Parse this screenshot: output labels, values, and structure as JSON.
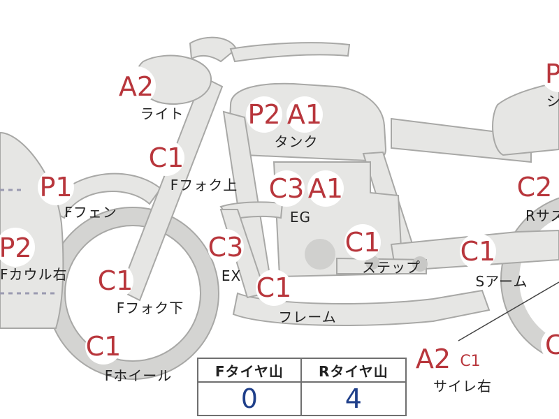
{
  "colors": {
    "body_fill": "#e6e6e4",
    "body_stroke": "#a8a8a6",
    "grade_code": "#b8363c",
    "tire_value": "#1f3f8a",
    "table_border": "#6f6f6f"
  },
  "inspection_points": [
    {
      "part": "ライト",
      "codes": [
        "A2"
      ]
    },
    {
      "part": "タンク",
      "codes": [
        "P2",
        "A1"
      ]
    },
    {
      "part": "Fフォク上",
      "codes": [
        "C1"
      ]
    },
    {
      "part": "Fフェン",
      "codes": [
        "P1"
      ]
    },
    {
      "part": "EG",
      "codes": [
        "C3",
        "A1"
      ]
    },
    {
      "part": "Fカウル右",
      "codes": [
        "P2"
      ]
    },
    {
      "part": "EX",
      "codes": [
        "C3"
      ]
    },
    {
      "part": "Fフォク下",
      "codes": [
        "C1"
      ]
    },
    {
      "part": "フレーム",
      "codes": [
        "C1"
      ]
    },
    {
      "part": "ステップ",
      "codes": [
        "C1"
      ]
    },
    {
      "part": "Sアーム",
      "codes": [
        "C1"
      ]
    },
    {
      "part": "Fホイール",
      "codes": [
        "C1"
      ]
    },
    {
      "part": "サイレ右",
      "codes": [
        "A2",
        "C1"
      ]
    },
    {
      "part": "Rサス",
      "codes": [
        "C2"
      ]
    },
    {
      "part": "シート",
      "codes": [
        "P"
      ]
    },
    {
      "part": "",
      "codes": [
        "C"
      ]
    }
  ],
  "tire_table": {
    "headers": [
      "Fタイヤ山",
      "Rタイヤ山"
    ],
    "values": [
      "0",
      "4"
    ]
  }
}
